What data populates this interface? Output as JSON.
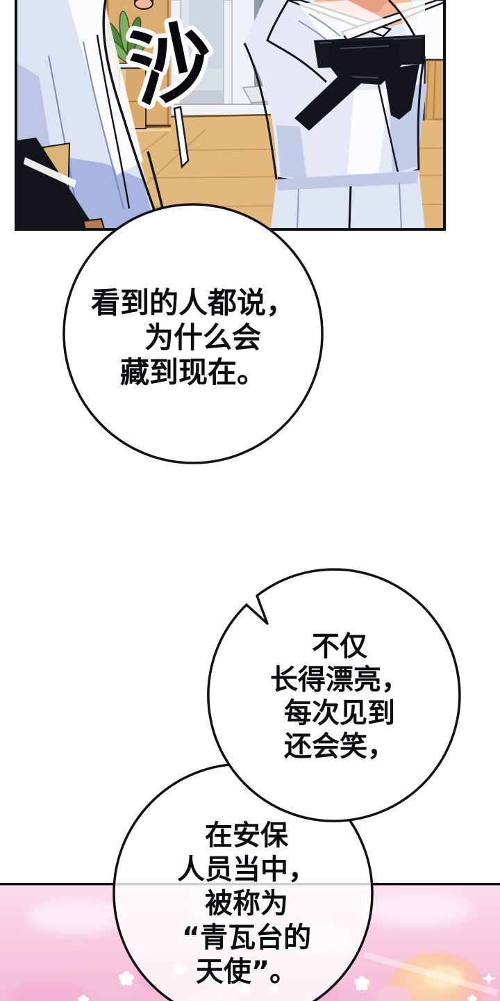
{
  "sfx": {
    "text": "沙"
  },
  "bubbles": {
    "b1": {
      "lines": [
        "看到的人都说，",
        "为什么会",
        "藏到现在。"
      ]
    },
    "b2": {
      "lines": [
        "不仅",
        "长得漂亮，",
        "每次见到",
        "还会笑，"
      ]
    },
    "b3": {
      "lines": [
        "在安保",
        "人员当中，",
        "被称为",
        "“青瓦台的",
        "天使”。"
      ]
    }
  },
  "colors": {
    "outline": "#15151e",
    "bubble_fill": "#ffffff",
    "dobok_light": "#dde3f2",
    "dobok_shade": "#a9b5e0",
    "belt_black": "#14141d",
    "skin": "#f3b89b",
    "floor_wood": "#e3b87d",
    "door_wood": "#dcae72",
    "glass": "#cdd6e1",
    "machine_gray": "#6e7582",
    "pink_light": "#fbdcec",
    "pink_deep": "#f5bcd8"
  }
}
